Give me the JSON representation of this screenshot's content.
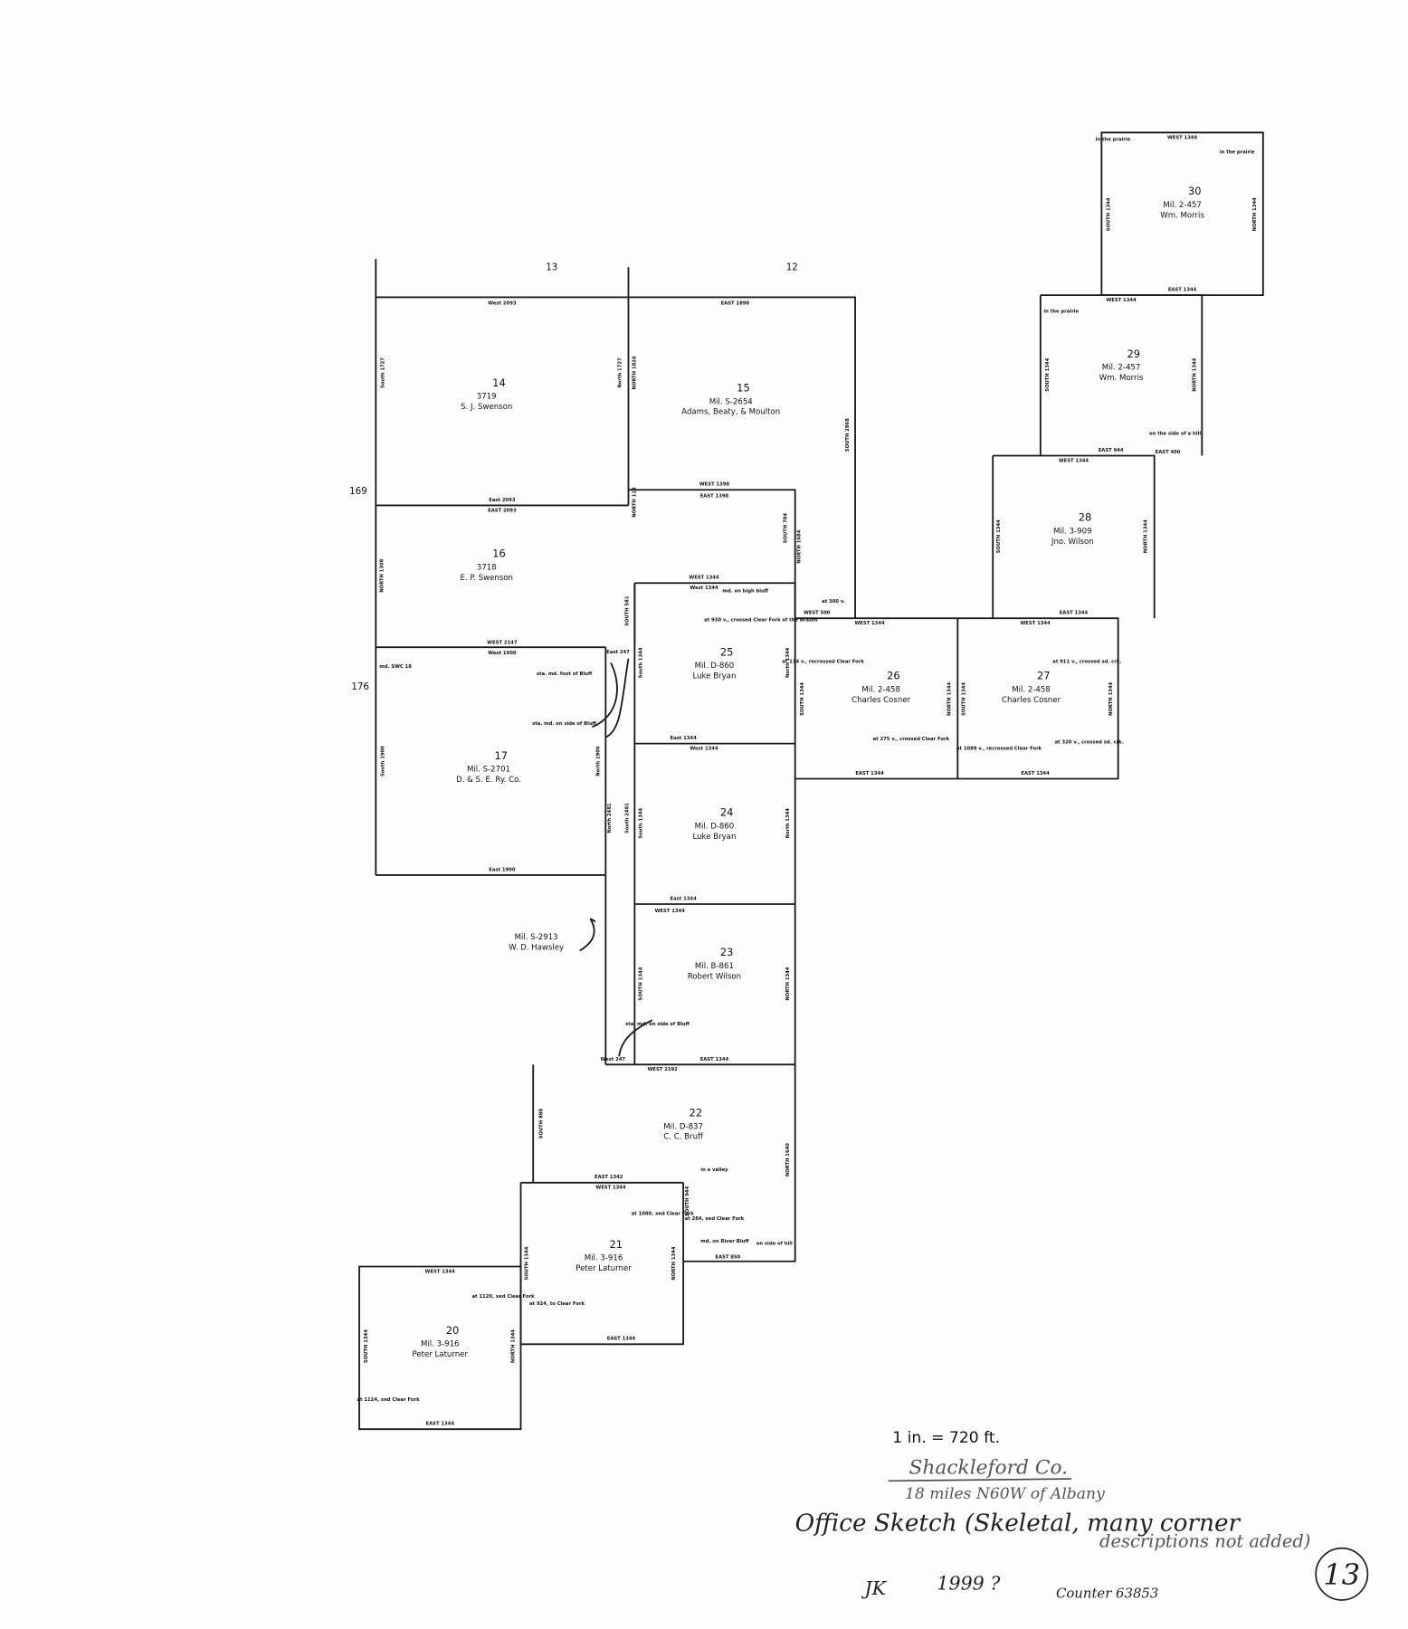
{
  "map": {
    "adjoining_labels": [
      "13",
      "12",
      "169",
      "176"
    ],
    "surveys": [
      {
        "number": "14",
        "abstract": "3719",
        "grantee": "S. J. Swenson"
      },
      {
        "number": "15",
        "abstract": "Mil. S-2654",
        "grantee": "Adams, Beaty, & Moulton"
      },
      {
        "number": "16",
        "abstract": "3718",
        "grantee": "E. P. Swenson"
      },
      {
        "number": "17",
        "abstract": "Mil. S-2701",
        "grantee": "D. & S. E. Ry. Co."
      },
      {
        "number": "25",
        "abstract": "Mil. D-860",
        "grantee": "Luke Bryan"
      },
      {
        "number": "24",
        "abstract": "Mil. D-860",
        "grantee": "Luke Bryan"
      },
      {
        "number": "23",
        "abstract": "Mil. B-861",
        "grantee": "Robert Wilson"
      },
      {
        "number": "",
        "abstract": "Mil. S-2913",
        "grantee": "W. D. Hawsley"
      },
      {
        "number": "22",
        "abstract": "Mil. D-837",
        "grantee": "C. C. Bruff"
      },
      {
        "number": "21",
        "abstract": "Mil. 3-916",
        "grantee": "Peter Laturner"
      },
      {
        "number": "20",
        "abstract": "Mil. 3-916",
        "grantee": "Peter Laturner"
      },
      {
        "number": "26",
        "abstract": "Mil. 2-458",
        "grantee": "Charles Cosner"
      },
      {
        "number": "27",
        "abstract": "Mil. 2-458",
        "grantee": "Charles Cosner"
      },
      {
        "number": "28",
        "abstract": "Mil. 3-909",
        "grantee": "Jno. Wilson"
      },
      {
        "number": "29",
        "abstract": "Mil. 2-457",
        "grantee": "Wm. Morris"
      },
      {
        "number": "30",
        "abstract": "Mil. 2-457",
        "grantee": "Wm. Morris"
      }
    ],
    "calls": [
      "West 2093",
      "South 1727",
      "East 2093",
      "EAST 2093",
      "North 1727",
      "EAST 1898",
      "NORTH 1824",
      "SOUTH 2868",
      "WEST 1398",
      "EAST 1398",
      "NORTH 113",
      "NORTH 1308",
      "SOUTH 784",
      "NORTH 1684",
      "WEST 2147",
      "West 1900",
      "South 1900",
      "North 1900",
      "East 1900",
      "md. SWC 18",
      "East 247",
      "North 2481",
      "South 2481",
      "West 247",
      "SOUTH 581",
      "WEST 1344",
      "West 1344",
      "South 1344",
      "North 1344",
      "East 1344",
      "md. on high bluff",
      "at 930 v., crossed Clear Fork of the Brazos",
      "West 1344",
      "South 1344",
      "North 1344",
      "East 1344",
      "WEST 1344",
      "SOUTH 1344",
      "NORTH 1344",
      "EAST 1344",
      "WEST 2192",
      "SOUTH 888",
      "NORTH 1640",
      "EAST 1342",
      "EAST 850",
      "in a valley",
      "on side of hill",
      "md. on River Bluff",
      "WEST 1344",
      "SOUTH 1344",
      "NORTH 1344",
      "EAST 1344",
      "SOUTH 944",
      "WEST 1344",
      "SOUTH 1344",
      "NORTH 1344",
      "EAST 1344",
      "at 1124, xed Clear Fork",
      "WEST 1344",
      "SOUTH 1344",
      "NORTH 1344",
      "EAST 1344",
      "WEST 500",
      "at 114 v., recrossed Clear Fork",
      "at 275 v., crossed Clear Fork",
      "at 300 v.",
      "WEST 1344",
      "EAST 1344",
      "SOUTH 1344",
      "NORTH 1344",
      "at 911 v., crossed sd. crk.",
      "at 320 v., crossed sd. crk.",
      "at 1089 v., recrossed Clear Fork",
      "WEST 1344",
      "EAST 1344",
      "SOUTH 1344",
      "NORTH 1344",
      "WEST 1344",
      "SOUTH 1344",
      "NORTH 1344",
      "EAST 944",
      "EAST 400",
      "in the prairie",
      "on the side of a hill",
      "WEST 1344",
      "SOUTH 1344",
      "NORTH 1344",
      "EAST 1344",
      "in the prairie",
      "in the prairie",
      "sta. md. foot of Bluff",
      "sta. md. on side of Bluff",
      "sta. md. on side of Bluff",
      "at 1120, xed Clear Fork",
      "at 924, to Clear Fork",
      "at 1080, xed Clear Fork",
      "at 284, xed Clear Fork"
    ]
  },
  "annotations": {
    "scale": "1 in. = 720 ft.",
    "county": "Shackleford Co.",
    "location": "18 miles N60W of Albany",
    "note_line1": "Office Sketch (Skeletal, many corner",
    "note_line2": "descriptions not added)",
    "initials": "JK",
    "year": "1999 ?",
    "counter": "Counter 63853",
    "sheet_number": "13"
  }
}
